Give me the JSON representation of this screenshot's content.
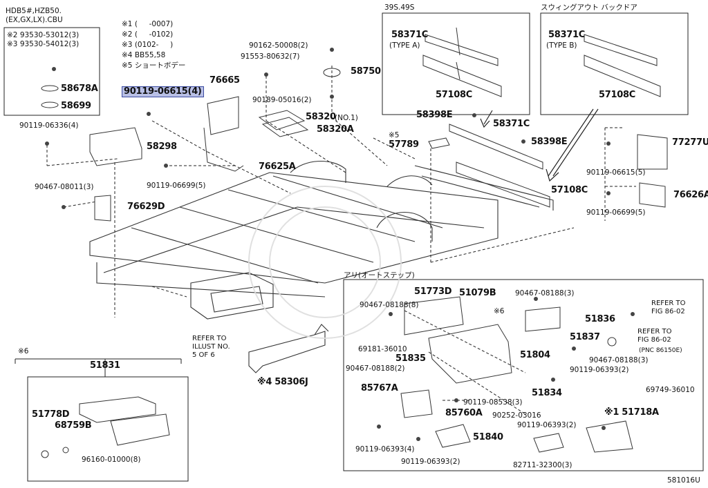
{
  "model_header": "HDB5#,HZB50.",
  "model_sub": "(EX,GX,LX).CBU",
  "notes": [
    {
      "mark": "※1",
      "text": "(     -0007)"
    },
    {
      "mark": "※2",
      "text": "(     -0102)"
    },
    {
      "mark": "※3",
      "text": "(0102-     )"
    },
    {
      "mark": "※4",
      "text": "BB55,58"
    },
    {
      "mark": "※5",
      "text": "ショートボデー"
    }
  ],
  "inset_topleft": {
    "bolt1": "※2 93530-53012(3)",
    "bolt2": "※3 93530-54012(3)",
    "p1": "58678A",
    "p2": "58699"
  },
  "inset_39s": {
    "title": "39S.49S",
    "part_a": "58371C",
    "part_a_type": "(TYPE A)",
    "part_b": "57108C"
  },
  "inset_swing": {
    "title": "スウィングアウト バックドア",
    "part_a": "58371C",
    "part_a_type": "(TYPE B)",
    "part_b": "57108C"
  },
  "labels_main": {
    "p90119_06615": "90119-06615(4)",
    "p76665": "76665",
    "p90119_06336": "90119-06336(4)",
    "p58298": "58298",
    "p76625A": "76625A",
    "p90119_06699": "90119-06699(5)",
    "p90467_08011": "90467-08011(3)",
    "p76629D": "76629D",
    "p90162": "90162-50008(2)",
    "p91553": "91553-80632(7)",
    "p58750": "58750",
    "p90189": "90189-05016(2)",
    "p58320": "58320",
    "p58320_no": "(NO.1)",
    "p58320A": "58320A",
    "p58398E_1": "58398E",
    "p58371C": "58371C",
    "p57789_mark": "※5",
    "p57789": "57789",
    "p58398E_2": "58398E",
    "p57108C": "57108C",
    "p77277U": "77277U",
    "p90119_06615_5": "90119-06615(5)",
    "p76626A": "76626A",
    "p90119_06699_5": "90119-06699(5)",
    "refer_illust": "REFER TO\nILLUST NO.\n5 OF 6",
    "p58306J": "※4 58306J"
  },
  "step_box": {
    "title": "アリ(オートステップ)",
    "p51773D": "51773D",
    "p51079B": "51079B",
    "p90467_08188_8": "90467-08188(8)",
    "p90467_08188_3a": "90467-08188(3)",
    "mark6": "※6",
    "p51836": "51836",
    "refer1": "REFER TO\nFIG 86-02",
    "refer2": "REFER TO\nFIG 86-02",
    "refer2_pnc": "(PNC 86150E)",
    "p51837": "51837",
    "p69181": "69181-36010",
    "p51835": "51835",
    "p51804": "51804",
    "p90467_08188_3b": "90467-08188(3)",
    "p90467_08188_2": "90467-08188(2)",
    "p90119_06393_2a": "90119-06393(2)",
    "p69749": "69749-36010",
    "p85767A": "85767A",
    "p51834": "51834",
    "p90119_08538": "90119-08538(3)",
    "p85760A": "85760A",
    "p90252": "90252-03016",
    "p51718A": "※1 51718A",
    "p90119_06393_2b": "90119-06393(2)",
    "p51840": "51840",
    "p90119_06393_4": "90119-06393(4)",
    "p90119_06393_2c": "90119-06393(2)",
    "p82711": "82711-32300(3)"
  },
  "inset_51831": {
    "mark": "※6",
    "title": "51831",
    "p51778D": "51778D",
    "p68759B": "68759B",
    "p96160": "96160-01000(8)"
  },
  "figure_code": "581016U"
}
